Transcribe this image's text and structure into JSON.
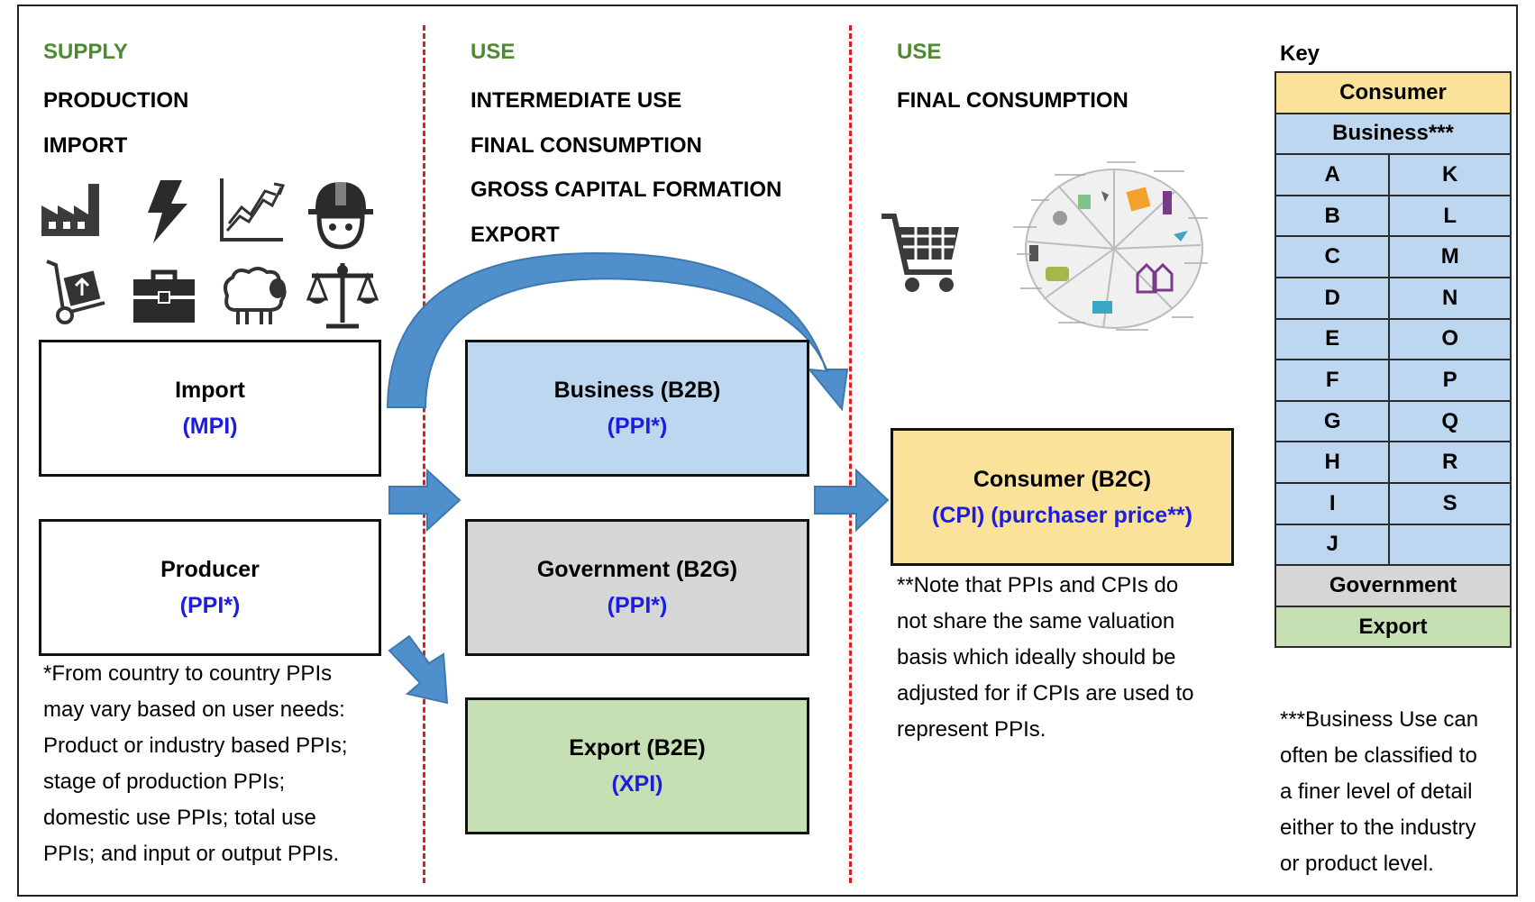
{
  "columns": {
    "supply": {
      "tag": "SUPPLY",
      "lines": [
        "PRODUCTION",
        "IMPORT"
      ]
    },
    "use_intermediate": {
      "tag": "USE",
      "lines": [
        "INTERMEDIATE USE",
        "FINAL CONSUMPTION",
        "GROSS CAPITAL FORMATION",
        "EXPORT"
      ]
    },
    "use_final": {
      "tag": "USE",
      "lines": [
        "FINAL CONSUMPTION"
      ]
    }
  },
  "supply_icons": [
    "factory-icon",
    "lightning-icon",
    "rising-chart-icon",
    "hardhat-worker-icon",
    "hand-truck-icon",
    "briefcase-icon",
    "sheep-icon",
    "scales-icon"
  ],
  "boxes": {
    "import": {
      "title": "Import",
      "code": "(MPI)",
      "color": "#ffffff"
    },
    "producer": {
      "title": "Producer",
      "code": "(PPI*)",
      "color": "#ffffff"
    },
    "business": {
      "title": "Business (B2B)",
      "code": "(PPI*)",
      "color": "#bcd7ef"
    },
    "government": {
      "title": "Government (B2G)",
      "code": "(PPI*)",
      "color": "#d6d6d6"
    },
    "export": {
      "title": "Export (B2E)",
      "code": "(XPI)",
      "color": "#c6e0b3"
    },
    "consumer": {
      "title": "Consumer (B2C)",
      "code": "(CPI) (purchaser price**)",
      "color": "#fbe29a"
    }
  },
  "notes": {
    "ppi": [
      "*From country to country PPIs",
      "may vary based on user needs:",
      "Product or industry based PPIs;",
      "stage of production PPIs;",
      "domestic use PPIs; total use",
      "PPIs; and input or output PPIs."
    ],
    "cpi": [
      "**Note that PPIs and CPIs do",
      "not share the same valuation",
      "basis which ideally should be",
      "adjusted for if CPIs are used to",
      "represent PPIs."
    ],
    "business_use": [
      "***Business Use can",
      "often be classified to",
      "a finer level of detail",
      "either to the industry",
      "or product level."
    ]
  },
  "key": {
    "title": "Key",
    "consumer": "Consumer",
    "business": "Business***",
    "letters_left": [
      "A",
      "B",
      "C",
      "D",
      "E",
      "F",
      "G",
      "H",
      "I",
      "J"
    ],
    "letters_right": [
      "K",
      "L",
      "M",
      "N",
      "O",
      "P",
      "Q",
      "R",
      "S",
      ""
    ],
    "government": "Government",
    "export": "Export"
  },
  "colors": {
    "accent_green": "#4e8a2f",
    "divider_red": "#e8191c",
    "code_blue": "#1d1de0",
    "arrow_blue": "#4f8fcc"
  }
}
